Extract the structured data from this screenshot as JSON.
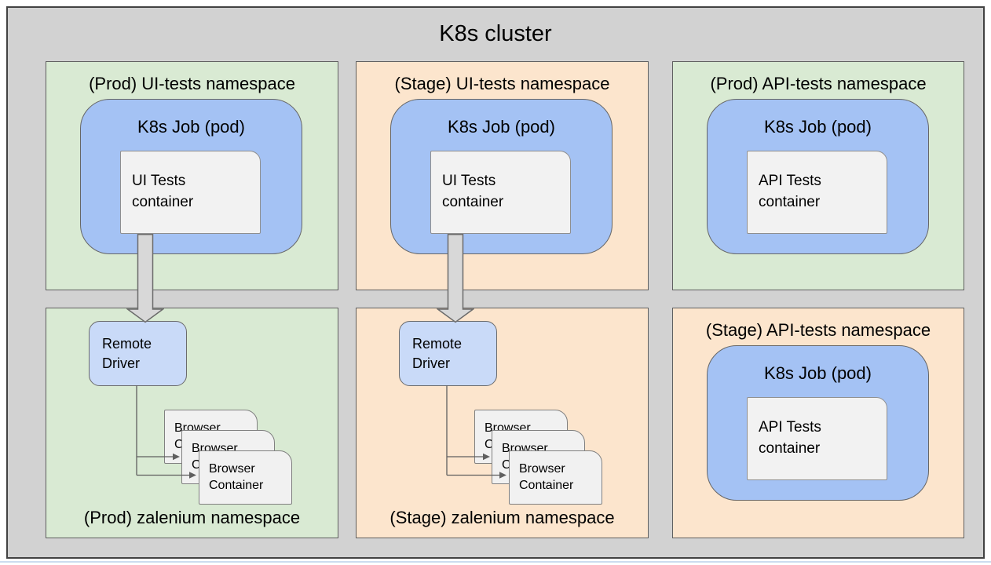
{
  "cluster": {
    "title": "K8s cluster"
  },
  "panels": {
    "prod_ui": {
      "title": "(Prod) UI-tests namespace"
    },
    "stage_ui": {
      "title": "(Stage) UI-tests namespace"
    },
    "prod_api": {
      "title": "(Prod) API-tests namespace"
    },
    "prod_zalenium": {
      "title": "(Prod) zalenium namespace"
    },
    "stage_zalenium": {
      "title": "(Stage) zalenium namespace"
    },
    "stage_api": {
      "title": "(Stage) API-tests namespace"
    }
  },
  "labels": {
    "job": "K8s Job (pod)",
    "ui_container": "UI Tests container",
    "api_container": "API Tests container",
    "remote_driver": "Remote Driver",
    "browser_container": "Browser Container"
  },
  "colors": {
    "cluster_bg": "#d2d2d2",
    "prod_panel_bg": "#d9ead3",
    "stage_panel_bg": "#fce5cd",
    "job_box_bg": "#a4c2f4",
    "remote_driver_bg": "#c9daf8",
    "container_bg": "#f2f2f2",
    "browser_box_bg": "#f1f1f1",
    "arrow_fill": "#d8d8d8",
    "line_stroke": "#5f5f5f"
  }
}
